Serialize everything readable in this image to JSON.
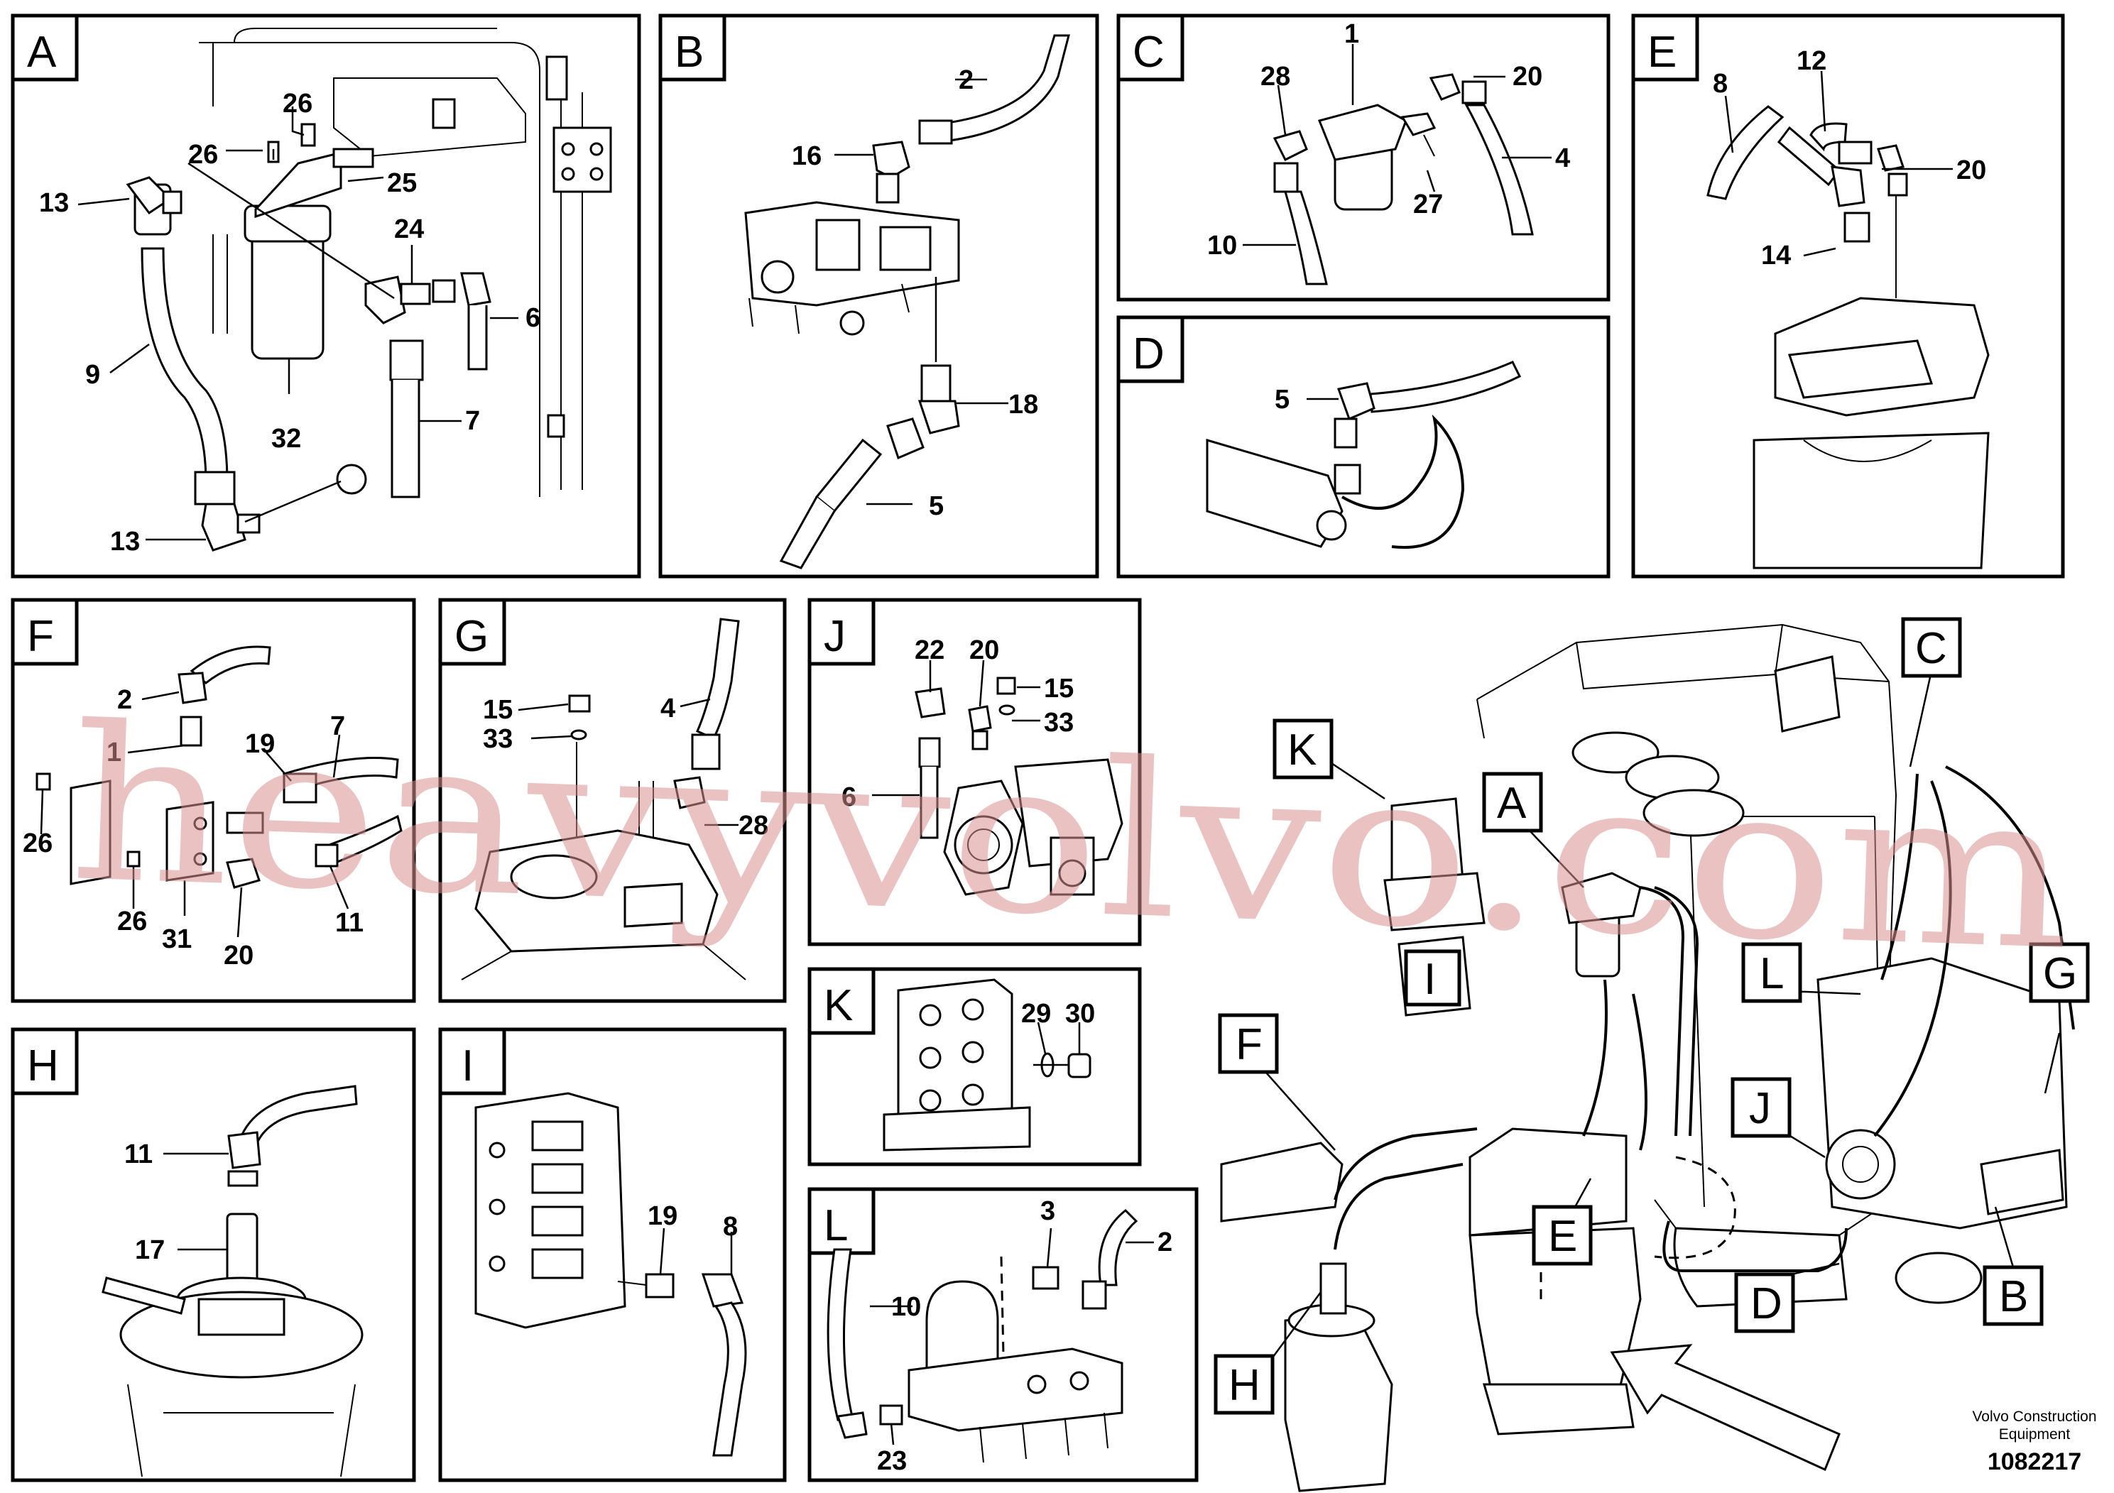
{
  "panels": {
    "A": {
      "letter": "A",
      "callouts": [
        "26",
        "26",
        "25",
        "13",
        "24",
        "6",
        "9",
        "32",
        "7",
        "13"
      ]
    },
    "B": {
      "letter": "B",
      "callouts": [
        "2",
        "16",
        "18",
        "5"
      ]
    },
    "C": {
      "letter": "C",
      "callouts": [
        "1",
        "28",
        "20",
        "4",
        "27",
        "10"
      ]
    },
    "D": {
      "letter": "D",
      "callouts": [
        "5"
      ]
    },
    "E": {
      "letter": "E",
      "callouts": [
        "8",
        "12",
        "20",
        "14"
      ]
    },
    "F": {
      "letter": "F",
      "callouts": [
        "2",
        "1",
        "19",
        "7",
        "26",
        "26",
        "31",
        "20",
        "11"
      ]
    },
    "G": {
      "letter": "G",
      "callouts": [
        "4",
        "15",
        "33",
        "28"
      ]
    },
    "J": {
      "letter": "J",
      "callouts": [
        "22",
        "20",
        "15",
        "33",
        "6"
      ]
    },
    "K": {
      "letter": "K",
      "callouts": [
        "29",
        "30"
      ]
    },
    "L": {
      "letter": "L",
      "callouts": [
        "3",
        "2",
        "10",
        "23"
      ]
    },
    "H": {
      "letter": "H",
      "callouts": [
        "11",
        "17"
      ]
    },
    "I": {
      "letter": "I",
      "callouts": [
        "19",
        "8"
      ]
    }
  },
  "overview_labels": [
    "K",
    "A",
    "C",
    "I",
    "F",
    "L",
    "J",
    "G",
    "E",
    "H",
    "D",
    "B"
  ],
  "footer": {
    "company_line1": "Volvo Construction",
    "company_line2": "Equipment",
    "drawing_number": "1082217"
  },
  "watermark": "heavyvolvo.com"
}
